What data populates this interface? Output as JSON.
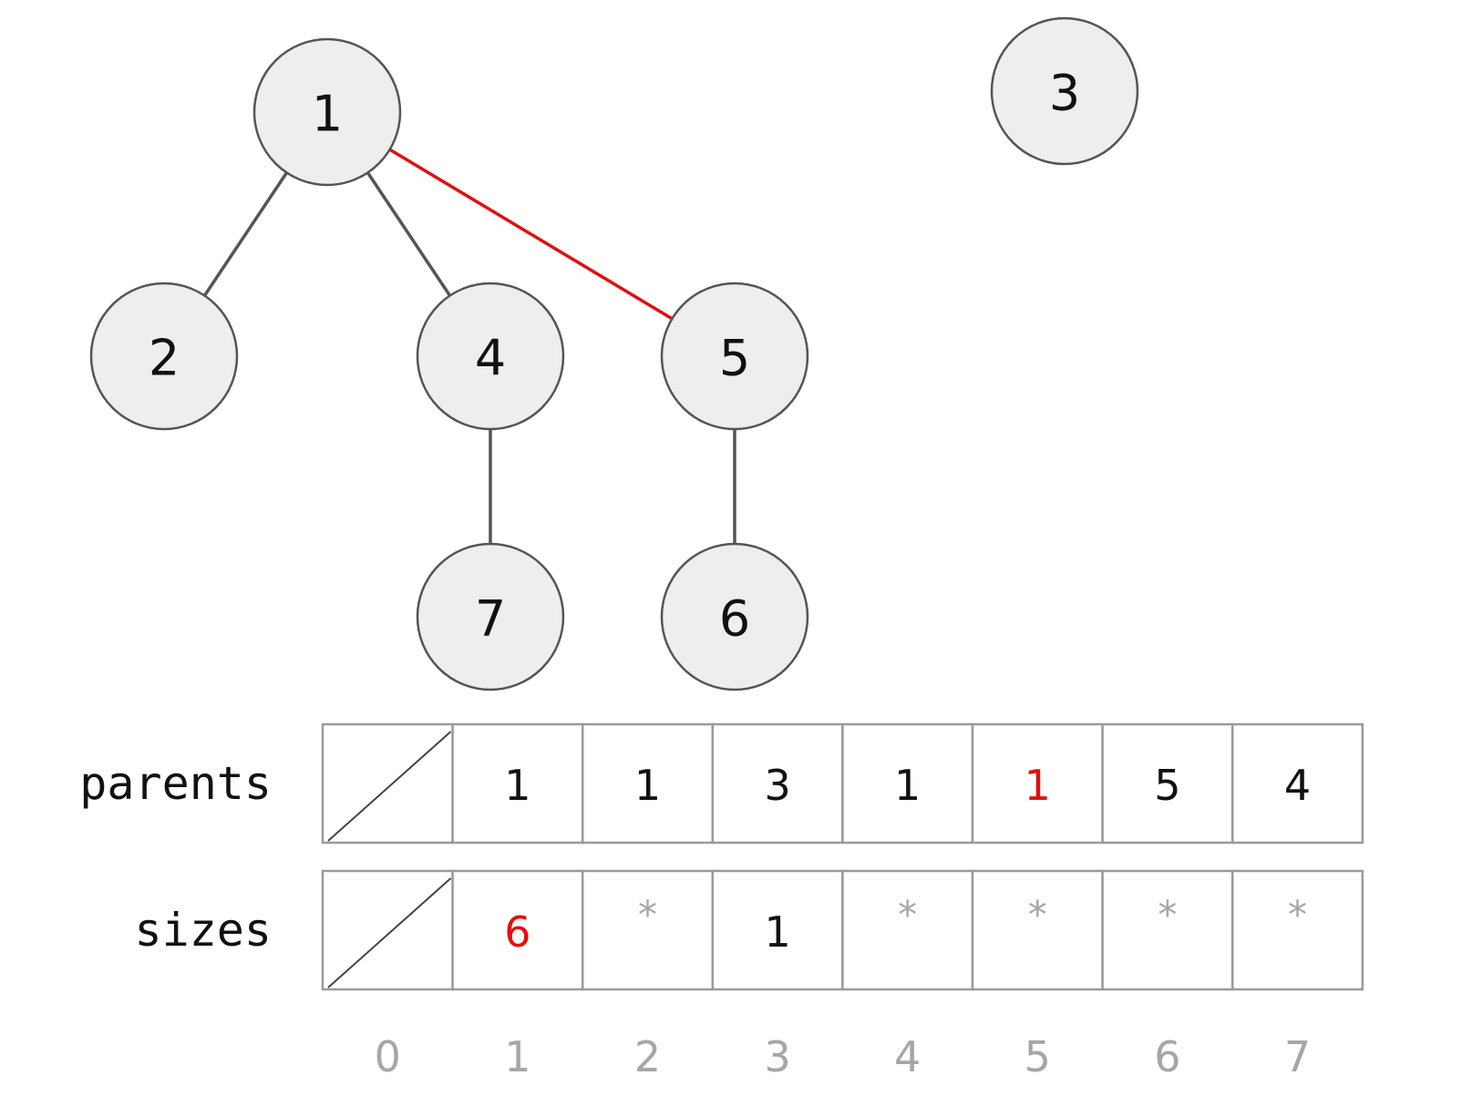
{
  "colors": {
    "highlight": "#e01010",
    "edge": "#555555",
    "node_fill": "#eeeeee",
    "muted_text": "#a6a6a6"
  },
  "tree": {
    "nodes": [
      "1",
      "2",
      "4",
      "5",
      "7",
      "6",
      "3"
    ],
    "edges": [
      {
        "from": "1",
        "to": "2",
        "highlight": false
      },
      {
        "from": "1",
        "to": "4",
        "highlight": false
      },
      {
        "from": "1",
        "to": "5",
        "highlight": true
      },
      {
        "from": "4",
        "to": "7",
        "highlight": false
      },
      {
        "from": "5",
        "to": "6",
        "highlight": false
      }
    ]
  },
  "table": {
    "rows": [
      {
        "label": "parents",
        "cells": [
          {
            "text": "",
            "empty": true
          },
          {
            "text": "1"
          },
          {
            "text": "1"
          },
          {
            "text": "3"
          },
          {
            "text": "1"
          },
          {
            "text": "1",
            "highlight": true
          },
          {
            "text": "5"
          },
          {
            "text": "4"
          }
        ]
      },
      {
        "label": "sizes",
        "cells": [
          {
            "text": "",
            "empty": true
          },
          {
            "text": "6",
            "highlight": true
          },
          {
            "text": "*",
            "star": true
          },
          {
            "text": "1"
          },
          {
            "text": "*",
            "star": true
          },
          {
            "text": "*",
            "star": true
          },
          {
            "text": "*",
            "star": true
          },
          {
            "text": "*",
            "star": true
          }
        ]
      }
    ],
    "indices": [
      "0",
      "1",
      "2",
      "3",
      "4",
      "5",
      "6",
      "7"
    ]
  }
}
